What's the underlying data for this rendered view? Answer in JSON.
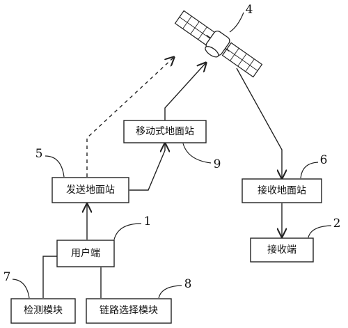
{
  "boxes": {
    "satellite_number": "4",
    "mobile_station": "移动式地面站",
    "mobile_station_number": "9",
    "sending_station": "发送地面站",
    "sending_station_number": "5",
    "receiving_station": "接收地面站",
    "receiving_station_number": "6",
    "user_terminal": "用户端",
    "user_terminal_number": "1",
    "receiving_terminal": "接收端",
    "receiving_terminal_number": "2",
    "detection_module": "检测模块",
    "detection_module_number": "7",
    "link_selection_module": "链路选择模块",
    "link_selection_module_number": "8"
  }
}
